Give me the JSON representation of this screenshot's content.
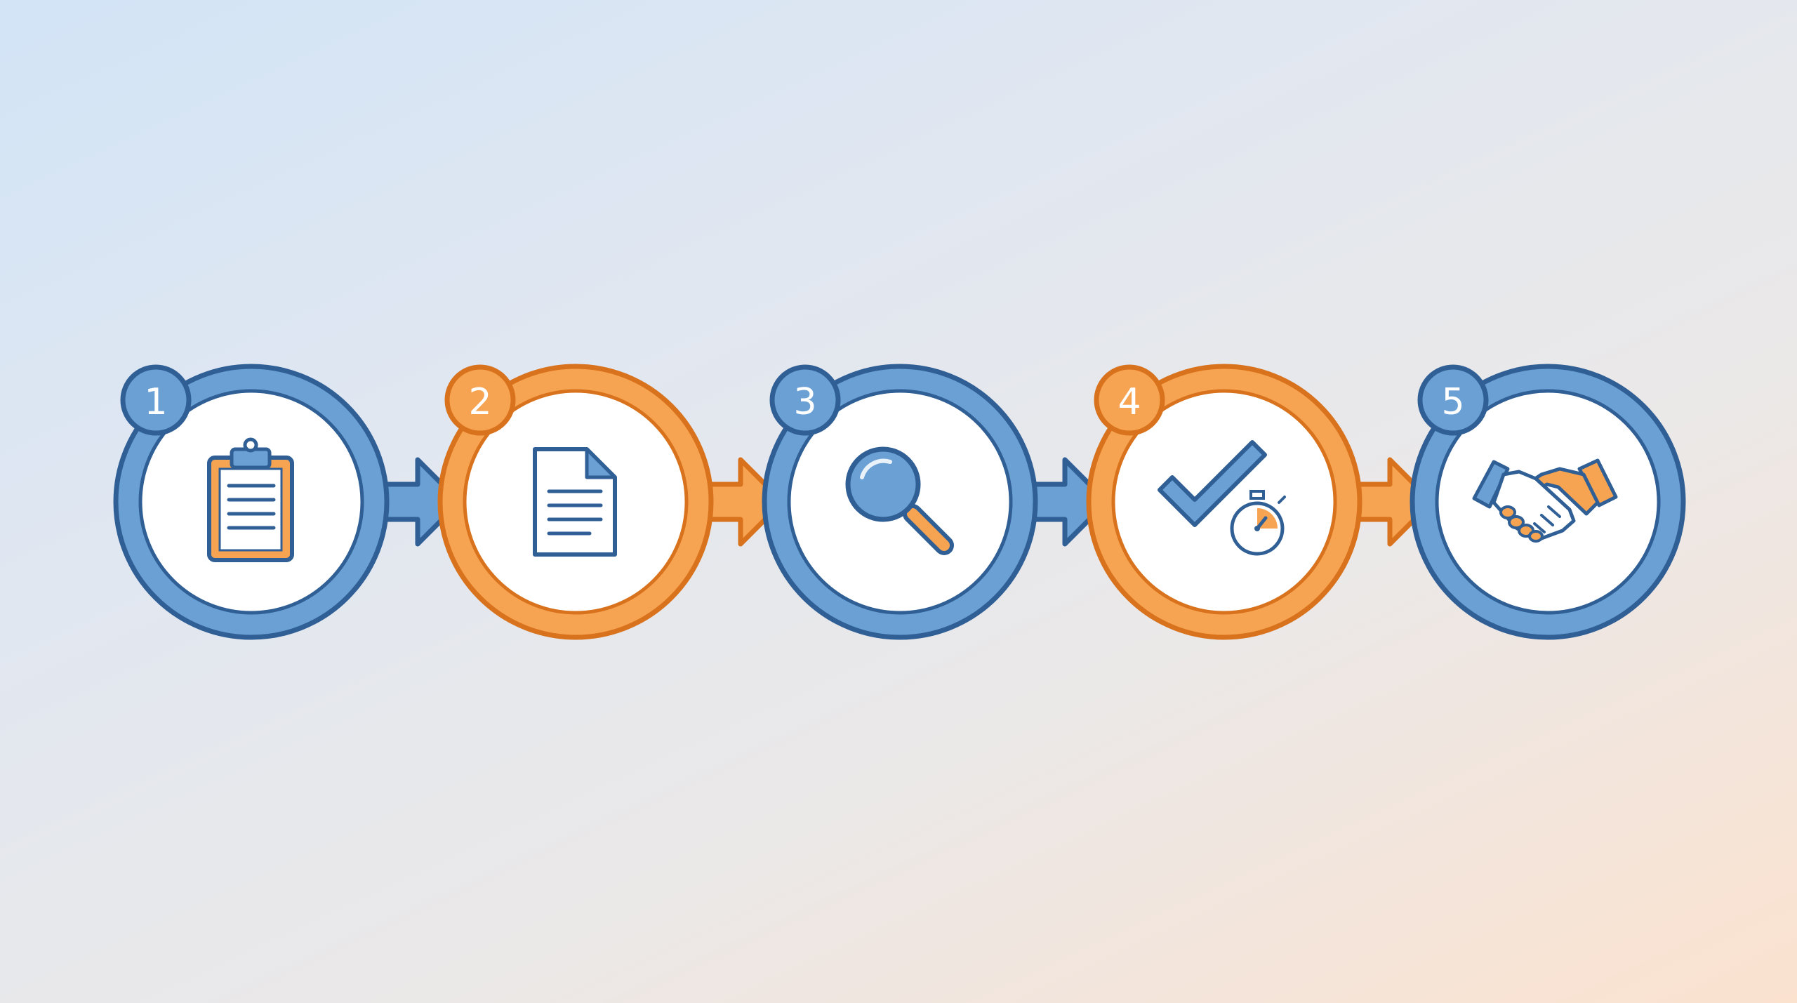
{
  "colors": {
    "blue_fill": "#6aa0d4",
    "blue_stroke": "#2f5f95",
    "orange_fill": "#f7a452",
    "orange_stroke": "#d8721d",
    "inner_fill": "#ffffff"
  },
  "steps": [
    {
      "number": "1",
      "color": "blue",
      "icon": "clipboard-icon"
    },
    {
      "number": "2",
      "color": "orange",
      "icon": "document-icon"
    },
    {
      "number": "3",
      "color": "blue",
      "icon": "magnifier-icon"
    },
    {
      "number": "4",
      "color": "orange",
      "icon": "checkmark-stopwatch-icon"
    },
    {
      "number": "5",
      "color": "blue",
      "icon": "handshake-icon"
    }
  ],
  "arrows": [
    {
      "from": "1",
      "to": "2",
      "color": "blue"
    },
    {
      "from": "2",
      "to": "3",
      "color": "orange"
    },
    {
      "from": "3",
      "to": "4",
      "color": "blue"
    },
    {
      "from": "4",
      "to": "5",
      "color": "orange"
    }
  ]
}
